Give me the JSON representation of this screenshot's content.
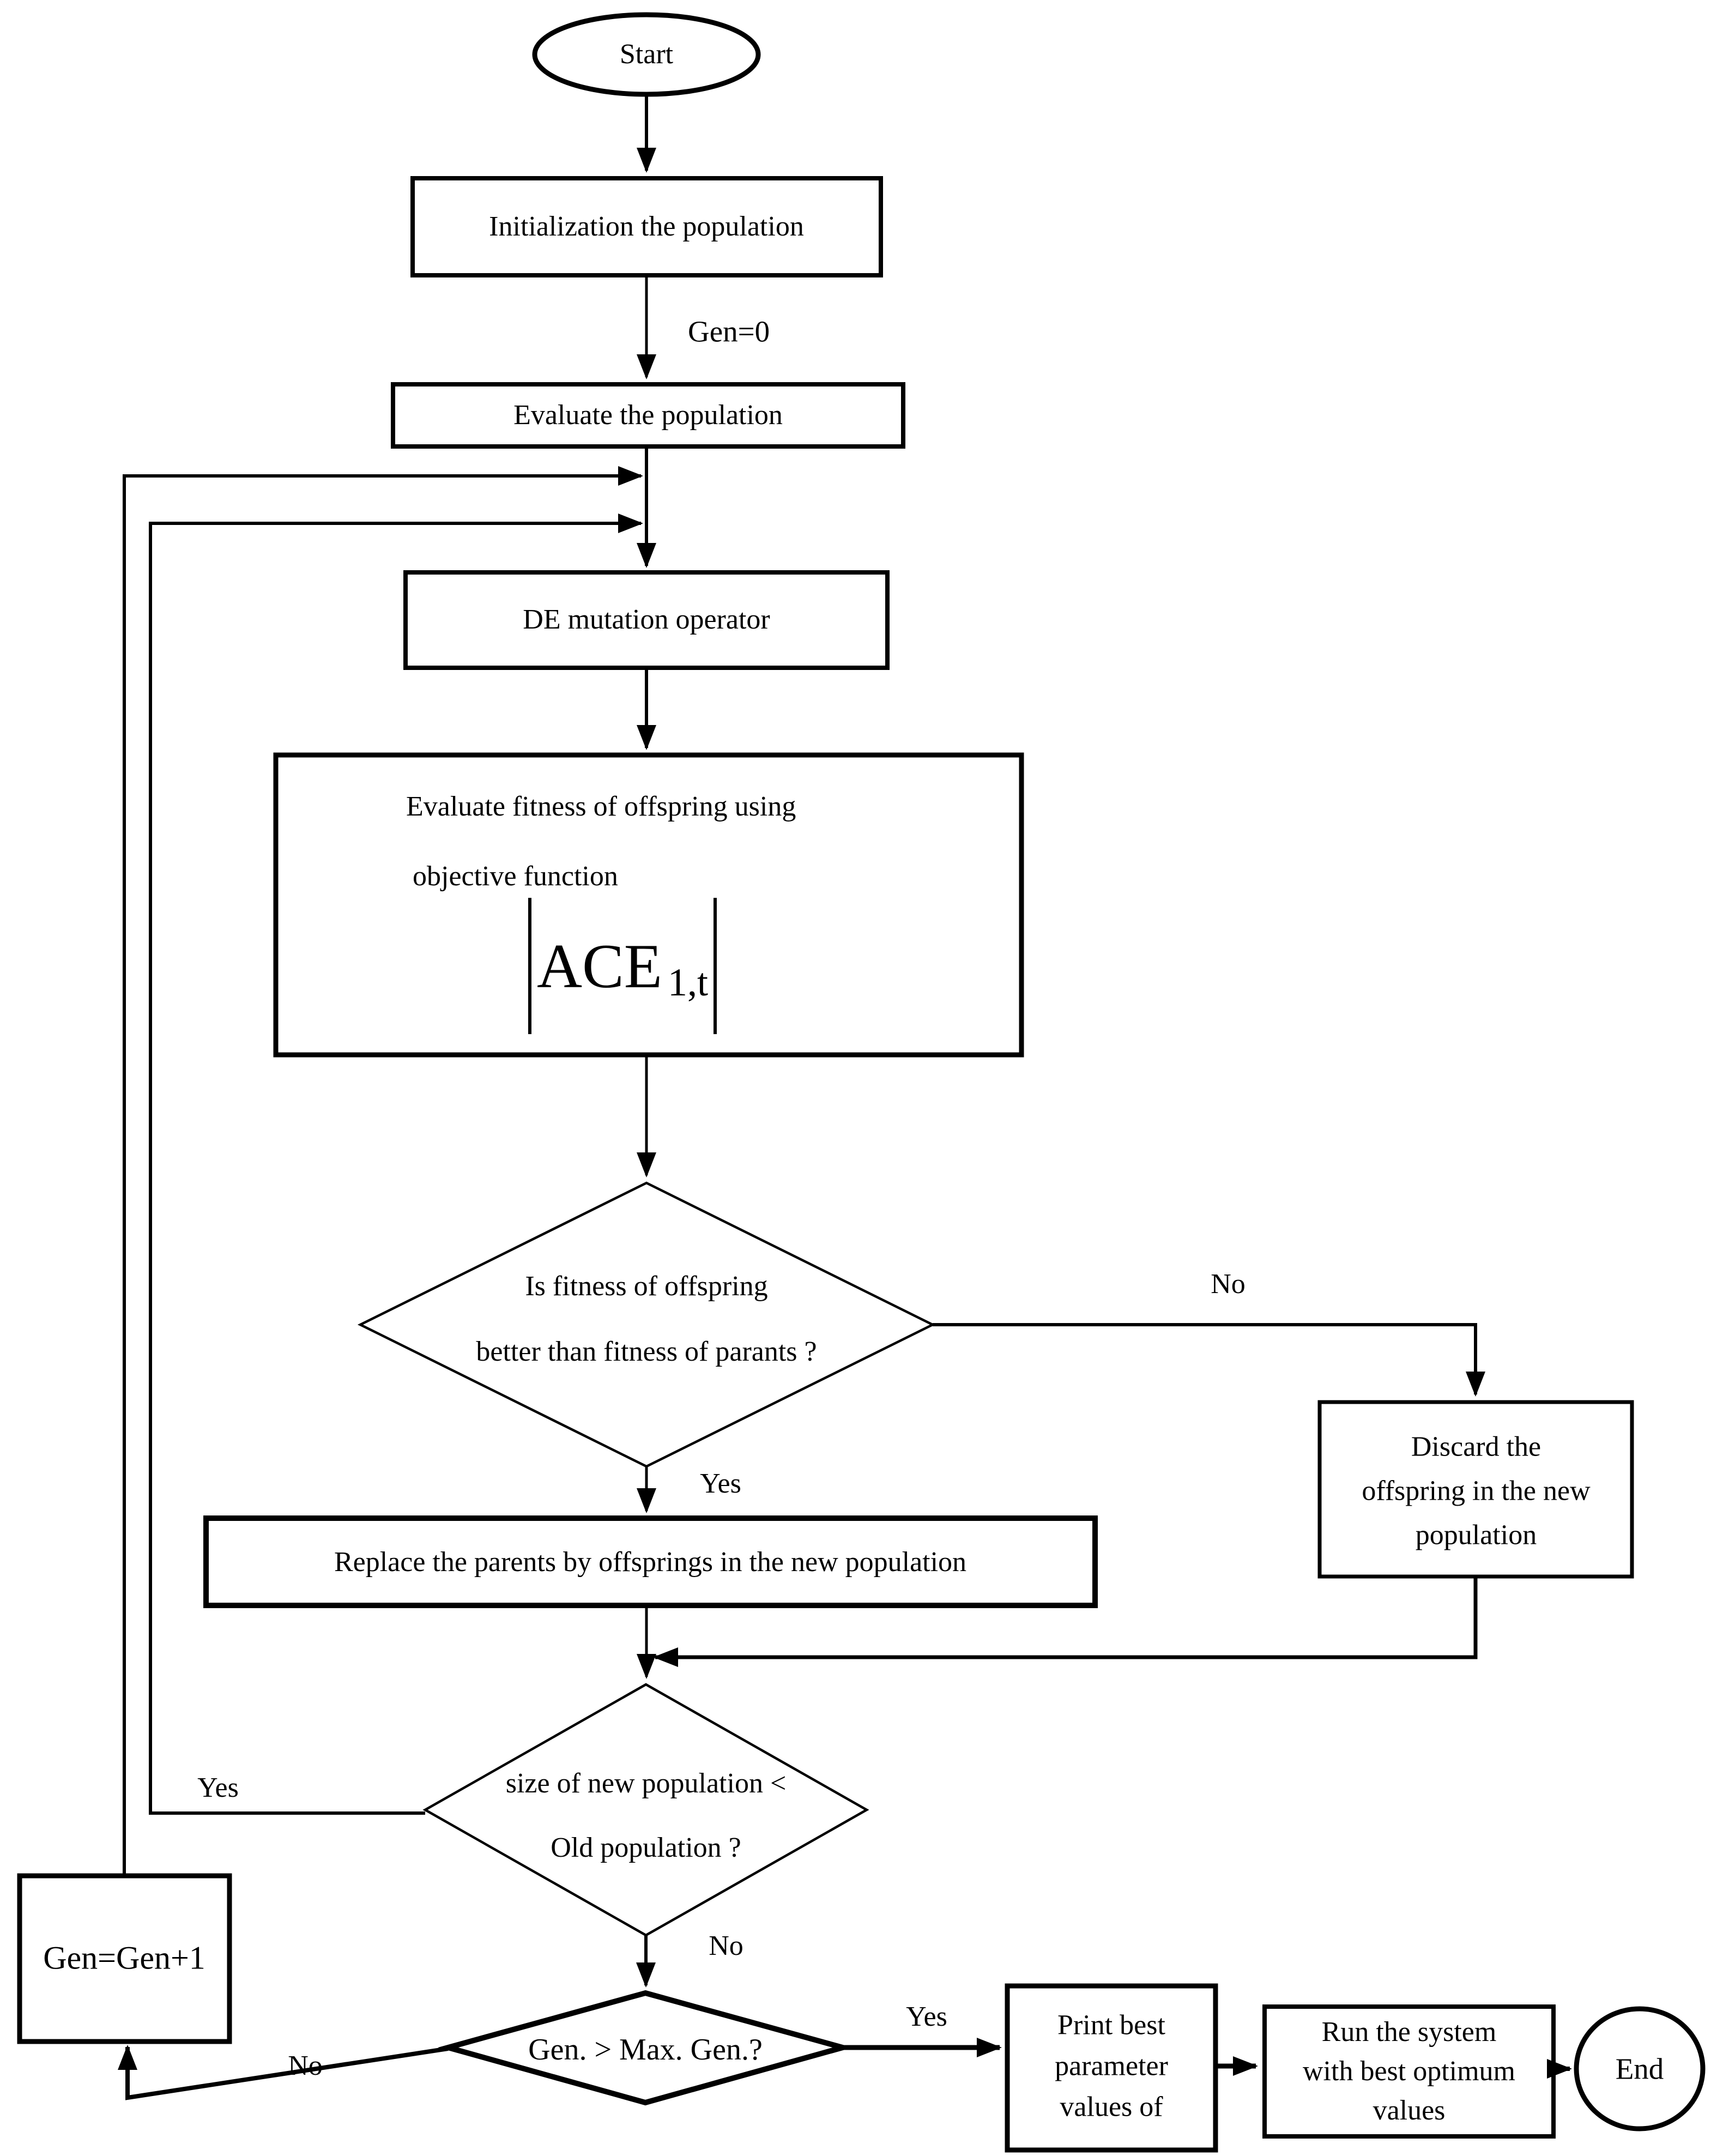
{
  "flowchart": {
    "title_hint": "Differential Evolution optimization flowchart",
    "colors": {
      "line": "#000000",
      "background": "#ffffff",
      "text": "#000000"
    },
    "nodes": {
      "start": {
        "label": "Start"
      },
      "initialization": {
        "label": "Initialization the population"
      },
      "evaluate_population": {
        "label": "Evaluate the population"
      },
      "de_mutation": {
        "label": "DE mutation operator"
      },
      "evaluate_fitness": {
        "line1": "Evaluate fitness of offspring using",
        "line2": "objective function",
        "formula": {
          "base": "ACE",
          "subscript": "1,t"
        }
      },
      "fitness_decision": {
        "line1": "Is fitness of offspring",
        "line2": "better than fitness of parants ?"
      },
      "discard_offspring": {
        "line1": "Discard the",
        "line2": "offspring in the new",
        "line3": "population"
      },
      "replace_parents": {
        "label": "Replace the parents by offsprings in the new population"
      },
      "population_size_decision": {
        "line1": "size of new population <",
        "line2": "Old population ?"
      },
      "gen_increment": {
        "label": "Gen=Gen+1"
      },
      "max_gen_decision": {
        "label": "Gen. > Max. Gen.?"
      },
      "print_best": {
        "line1": "Print best",
        "line2": "parameter",
        "line3": "values of"
      },
      "run_system": {
        "line1": "Run the system",
        "line2": "with best optimum",
        "line3": "values"
      },
      "end": {
        "label": "End"
      }
    },
    "edge_labels": {
      "gen_init": "Gen=0",
      "fitness_yes": "Yes",
      "fitness_no": "No",
      "size_yes": "Yes",
      "size_no": "No",
      "maxgen_yes": "Yes",
      "maxgen_no": "No"
    }
  }
}
